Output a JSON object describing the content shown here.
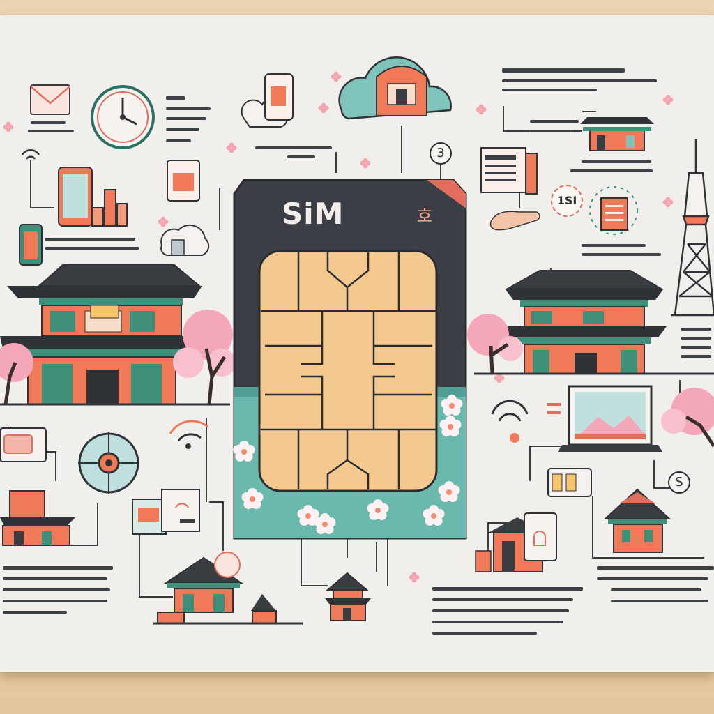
{
  "sim_card": {
    "brand": "SiM",
    "korean_mark": "호"
  },
  "badges": {
    "top_number": "3",
    "right_symbol": "S"
  },
  "seal_text": "1SI",
  "colors": {
    "card_dark": "#3b3e44",
    "card_teal": "#6ab9ad",
    "chip_gold": "#f4c98f",
    "accent_red": "#e26d5c",
    "blossom_pink": "#f4a7b9",
    "roof_dark": "#2f3338",
    "wall_green": "#3f8f7a"
  },
  "icons": [
    "envelope-icon",
    "clock-icon",
    "smartphone-icon",
    "bar-chart-icon",
    "cloud-icon",
    "wifi-icon",
    "palace-icon",
    "pagoda-icon",
    "tower-icon",
    "cherry-blossom-icon",
    "laptop-icon",
    "newspaper-icon",
    "target-icon",
    "receipt-icon",
    "person-icon"
  ]
}
